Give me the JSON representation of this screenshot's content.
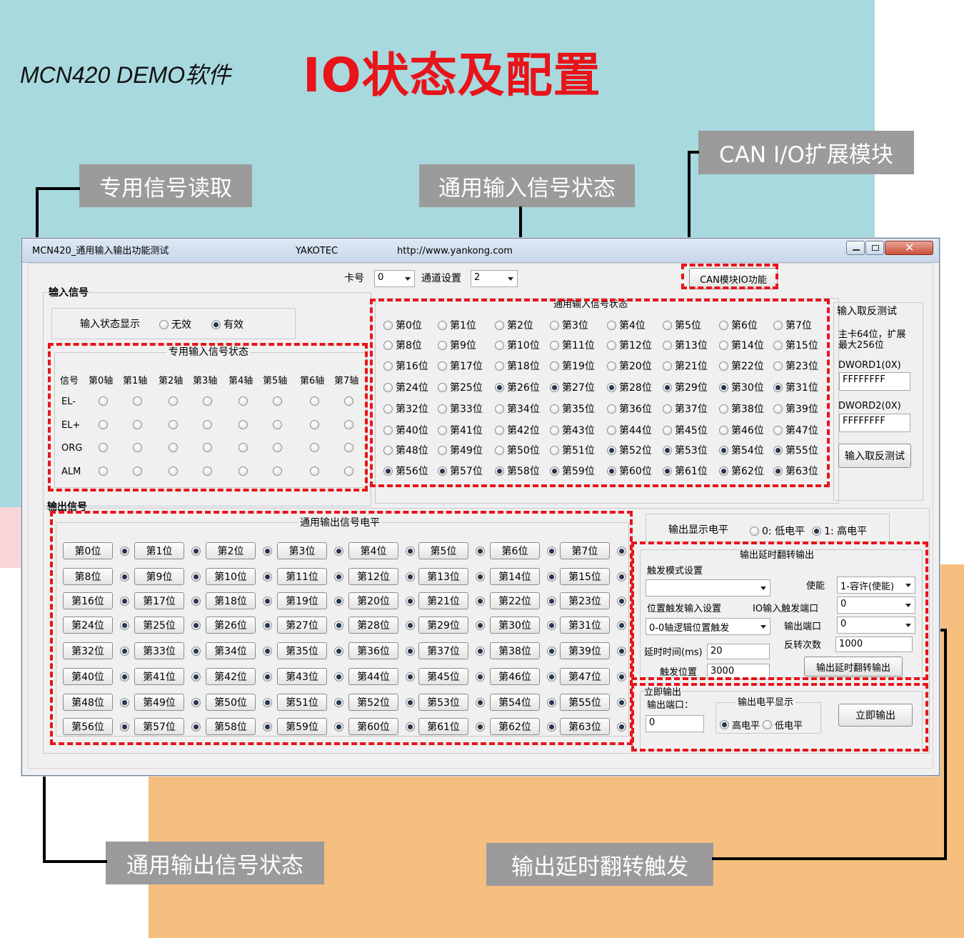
{
  "poster": {
    "title_black": "MCN420 DEMO软件",
    "title_red": "IO状态及配置",
    "callouts": {
      "special": "专用信号读取",
      "general_in": "通用输入信号状态",
      "can": "CAN  I/O扩展模块",
      "general_out": "通用输出信号状态",
      "delay": "输出延时翻转触发"
    },
    "colors": {
      "teal": "#a8d9de",
      "orange": "#f5be7f",
      "pink": "#f8d6d8",
      "red_dash": "#e8141a",
      "callout_bg": "#9b9b9b"
    }
  },
  "window": {
    "title": "MCN420_通用输入输出功能测试",
    "vendor": "YAKOTEC",
    "url": "http://www.yankong.com",
    "controls": [
      "minimize-icon",
      "maximize-icon",
      "close-icon"
    ]
  },
  "top": {
    "card_label": "卡号",
    "card_value": "0",
    "channel_label": "通道设置",
    "channel_value": "2",
    "can_button": "CAN模块IO功能"
  },
  "input": {
    "group_title": "输入信号",
    "display_label": "输入状态显示",
    "display_options": [
      {
        "label": "无效",
        "on": false
      },
      {
        "label": "有效",
        "on": true
      }
    ],
    "special": {
      "title": "专用输入信号状态",
      "corner": "信号",
      "axes": [
        "第0轴",
        "第1轴",
        "第2轴",
        "第3轴",
        "第4轴",
        "第5轴",
        "第6轴",
        "第7轴"
      ],
      "signals": [
        "EL-",
        "EL+",
        "ORG",
        "ALM"
      ]
    },
    "general": {
      "title": "通用输入信号状态",
      "bits_on": [
        26,
        27,
        28,
        29,
        30,
        31,
        52,
        53,
        54,
        55,
        56,
        57,
        58,
        59,
        60,
        61,
        62,
        63
      ]
    },
    "invert": {
      "title": "输入取反测试",
      "desc": "主卡64位，扩展最大256位",
      "dw1_label": "DWORD1(0X)",
      "dw1_value": "FFFFFFFF",
      "dw2_label": "DWORD2(0X)",
      "dw2_value": "FFFFFFFF",
      "button": "输入取反测试"
    }
  },
  "output": {
    "group_title": "输出信号",
    "general_title": "通用输出信号电平",
    "bit_prefix": "第",
    "bit_suffix": "位",
    "level_label": "输出显示电平",
    "level_options": [
      {
        "label": "0: 低电平",
        "on": false
      },
      {
        "label": "1: 高电平",
        "on": true
      }
    ],
    "delay": {
      "title": "输出延时翻转输出",
      "trigger_mode_label": "触发模式设置",
      "trigger_mode_value": "",
      "enable_label": "使能",
      "enable_value": "1-容许(使能)",
      "pos_input_label": "位置触发输入设置",
      "io_port_label": "IO输入触发端口",
      "io_port_value": "0",
      "logic_value": "0-0轴逻辑位置触发",
      "out_port_label": "输出端口",
      "out_port_value": "0",
      "delay_label": "延时时间(ms)",
      "delay_value": "20",
      "count_label": "反转次数",
      "count_value": "1000",
      "trigger_pos_label": "触发位置",
      "trigger_pos_value": "3000",
      "button": "输出延时翻转输出"
    },
    "immediate": {
      "title": "立即输出",
      "port_label": "输出端口：",
      "port_value": "0",
      "level_title": "输出电平显示",
      "options": [
        {
          "label": "高电平",
          "on": true
        },
        {
          "label": "低电平",
          "on": false
        }
      ],
      "button": "立即输出"
    }
  }
}
